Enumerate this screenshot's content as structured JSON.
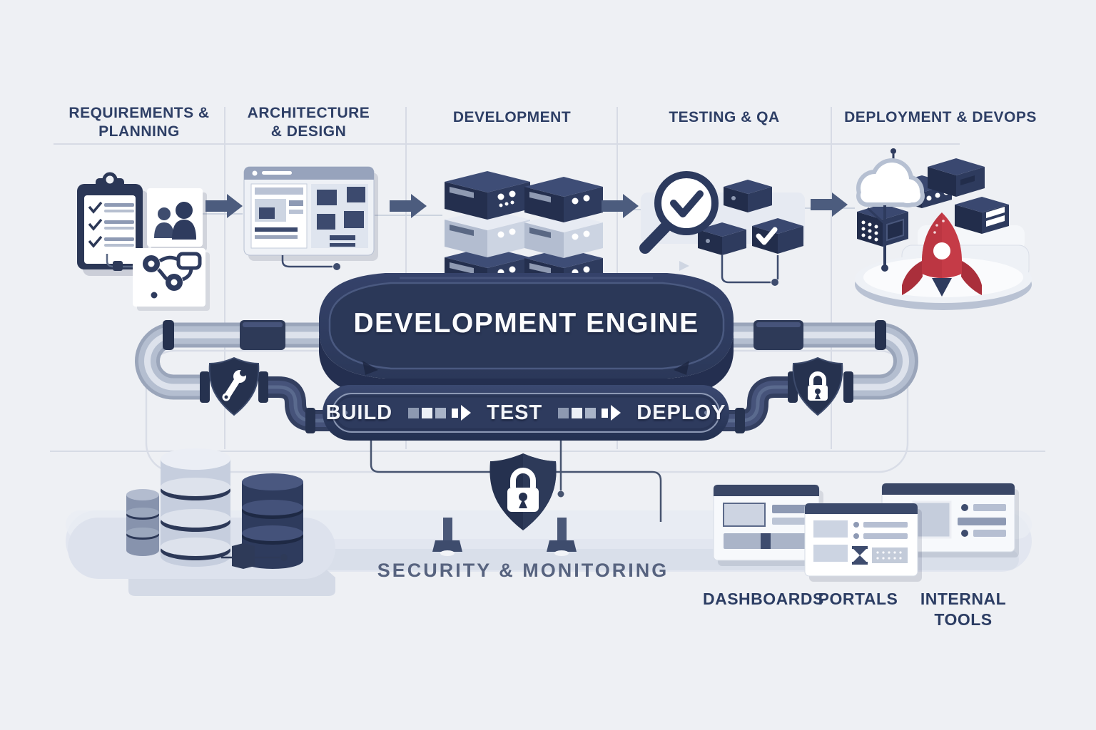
{
  "stages": [
    {
      "id": "requirements",
      "label": "REQUIREMENTS &\nPLANNING"
    },
    {
      "id": "architecture",
      "label": "ARCHITECTURE\n& DESIGN"
    },
    {
      "id": "development",
      "label": "DEVELOPMENT"
    },
    {
      "id": "testing",
      "label": "TESTING & QA"
    },
    {
      "id": "deployment",
      "label": "DEPLOYMENT & DEVOPS"
    }
  ],
  "engine": {
    "label": "DEVELOPMENT ENGINE"
  },
  "pipeline": {
    "steps": [
      "BUILD",
      "TEST",
      "DEPLOY"
    ]
  },
  "security": {
    "label": "SECURITY & MONITORING"
  },
  "outputs": [
    {
      "label": "DASHBOARDS"
    },
    {
      "label": "PORTALS"
    },
    {
      "label": "INTERNAL TOOLS"
    }
  ],
  "colors": {
    "background": "#eef0f4",
    "navy": "#2e3b5e",
    "navy_dark": "#232e4c",
    "slate_arrow": "#4c5c7e",
    "header_text": "#2e3f66",
    "security_text": "#57637f",
    "rocket_red": "#c53b47",
    "pipe": "#a9b4c8",
    "band": "#e2e6f0",
    "white": "#ffffff"
  }
}
